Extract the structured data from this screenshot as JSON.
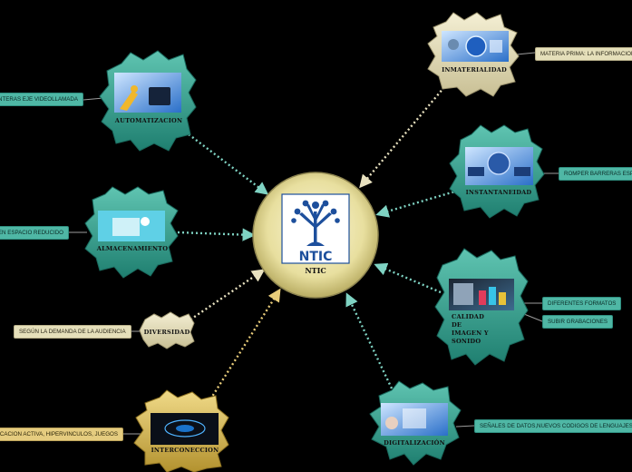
{
  "center": {
    "title": "NTIC",
    "logo_text": "NTIC"
  },
  "nodes": {
    "inmaterialidad": {
      "label": "INMATERIALIDAD",
      "tags": [
        "MATERIA PRIMA: LA INFORMACION"
      ]
    },
    "instantaneidad": {
      "label": "INSTANTANEIDAD",
      "tags": [
        "ROMPER BARRERAS ESPACIALES"
      ]
    },
    "calidad": {
      "label_lines": [
        "CALIDAD",
        "DE",
        "IMAGEN Y",
        "SONIDO"
      ],
      "tags": [
        "DIFERENTES FORMATOS",
        "SUBIR GRABACIONES"
      ]
    },
    "digitalizacion": {
      "label": "DIGITALIZACIÓN",
      "tags": [
        "SEÑALES DE DATOS,NUEVOS CODIGOS DE LENGUAJES"
      ]
    },
    "interconeccion": {
      "label": "INTERCONECCION",
      "tags": [
        "COMUNICACION ACTIVA, HIPERVINCULOS, JUEGOS"
      ]
    },
    "diversidad": {
      "label": "DIVERSIDAD",
      "tags": [
        "SEGÚN LA DEMANDA DE LA AUDIENCIA"
      ]
    },
    "almacenamiento": {
      "label": "ALMACENAMIENTO",
      "tags": [
        "MUCHO EN ESPACIO REDUCIDO"
      ]
    },
    "automatizacion": {
      "label": "AUTOMATIZACION",
      "tags": [
        "SIN FRONTERAS EJE VIDEOLLAMADA"
      ]
    }
  },
  "colors": {
    "teal": "#3aa592",
    "teal_dark": "#1f7a6c",
    "gold": "#d9b95a",
    "cream": "#efe8c8",
    "center": "#ece4b0"
  },
  "icons": [
    "tree-logo-icon",
    "robot-arm-image",
    "tablet-image",
    "gear-cloud-image",
    "globe-laptops-image",
    "media-devices-image",
    "digital-hand-image",
    "network-tunnel-image"
  ]
}
